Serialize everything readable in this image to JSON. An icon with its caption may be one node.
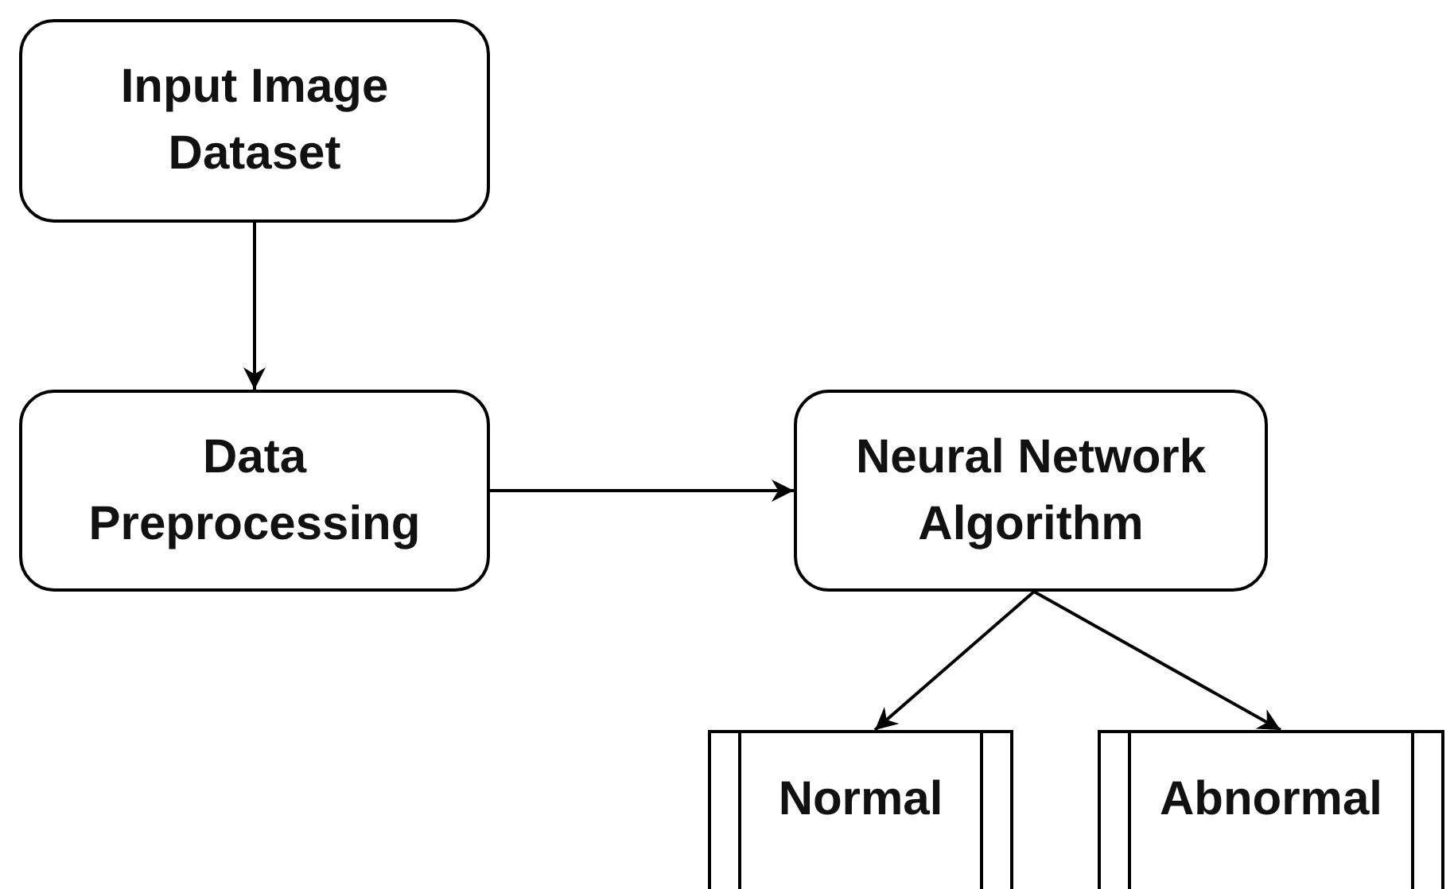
{
  "diagram": {
    "nodes": [
      {
        "text": [
          "Input Image Dataset"
        ]
      },
      {
        "text": [
          "Data Preprocessing"
        ]
      },
      {
        "text": [
          "Neural Network Algorithm"
        ]
      },
      {
        "text": [
          "Normal"
        ]
      },
      {
        "text": [
          "Abnormal"
        ]
      }
    ],
    "edges": [
      {
        "from": 0,
        "to": 1,
        "arrow": "to"
      },
      {
        "from": 1,
        "to": 2,
        "arrow": "to"
      },
      {
        "from": 2,
        "to": 3,
        "arrow": "to"
      },
      {
        "from": 2,
        "to": 4,
        "arrow": "to"
      }
    ]
  }
}
